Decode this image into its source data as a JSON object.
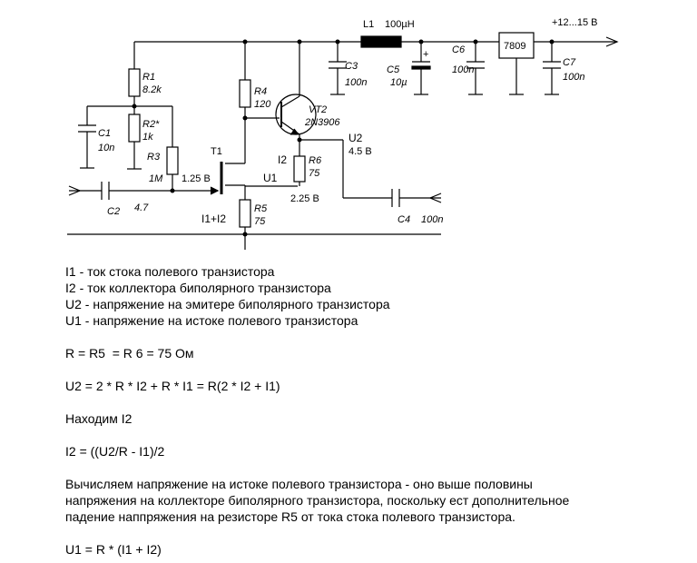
{
  "components": {
    "L1": "L1",
    "L1_val": "100µH",
    "supply": "+12...15 В",
    "reg": "7809",
    "R1": "R1",
    "R1_val": "8.2k",
    "R2": "R2*",
    "R2_val": "1k",
    "R3": "R3",
    "R3_val": "1M",
    "R4": "R4",
    "R4_val": "120",
    "R5": "R5",
    "R5_val": "75",
    "R6": "R6",
    "R6_val": "75",
    "C1": "C1",
    "C1_val": "10n",
    "C2": "C2",
    "C2_val": "4.7",
    "C3": "C3",
    "C3_val": "100n",
    "C4": "C4",
    "C4_val": "100n",
    "C5": "C5",
    "C5_val": "10µ",
    "C6": "C6",
    "C6_val": "100n",
    "C7": "C7",
    "C7_val": "100n",
    "VT2": "VT2",
    "VT2_val": "2N3906",
    "T1": "T1",
    "plus": "+"
  },
  "annotations": {
    "v_gate": "1.25 В",
    "U1": "U1",
    "U2": "U2",
    "v_emitter": "4.5 В",
    "v_source": "2.25 В",
    "I2": "I2",
    "I1I2": "I1+I2"
  },
  "notes": [
    "I1 - ток стока полевого транзистора",
    "I2 - ток коллектора биполярного транзистора",
    "U2 - напряжение на эмитере биполярного транзистора",
    "U1 - напряжение на истоке полевого транзистора"
  ],
  "eq_r": "R = R5  = R 6 = 75 Ом",
  "eq_u2": "U2 = 2 * R * I2 + R * I1 = R(2 * I2 + I1)",
  "find_i2": "Находим I2",
  "eq_i2": "I2 = ((U2/R - I1)/2",
  "para": [
    "Вычисляем напряжение на истоке полевого транзистора - оно выше половины",
    "напряжения на коллекторе биполярного транзистора, поскольку ест дополнительное",
    "падение наппряжения на резисторе R5 от тока стока полевого транзистора."
  ],
  "eq_u1": "U1 = R * (I1 + I2)"
}
